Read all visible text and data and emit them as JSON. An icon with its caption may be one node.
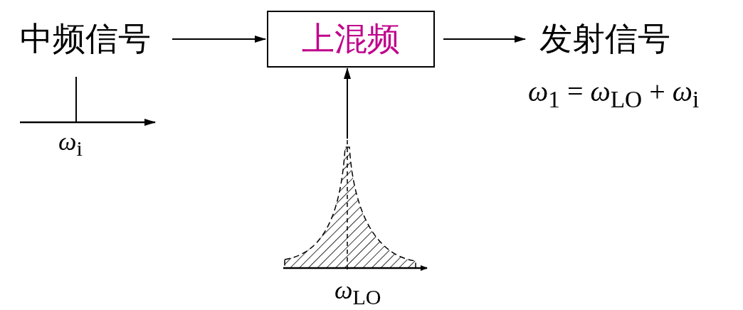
{
  "diagram": {
    "nodes": [
      {
        "text": [
          "中频信号"
        ]
      },
      {
        "text": [
          "上混频"
        ]
      },
      {
        "text": [
          "发射信号"
        ]
      },
      {
        "text": [],
        "shape": "picture",
        "beside": [
          "*ω*$_{LO}$"
        ]
      }
    ],
    "edges": [
      {
        "from": 0,
        "to": 1,
        "arrow": "to"
      },
      {
        "from": 1,
        "to": 2,
        "arrow": "to"
      },
      {
        "from": 3,
        "to": 1,
        "arrow": "to"
      }
    ],
    "labels": [
      "*ω*$_{i}$",
      "*ω*$_{1}$ = *ω*$_{LO}$ + *ω*$_{i}$"
    ]
  }
}
